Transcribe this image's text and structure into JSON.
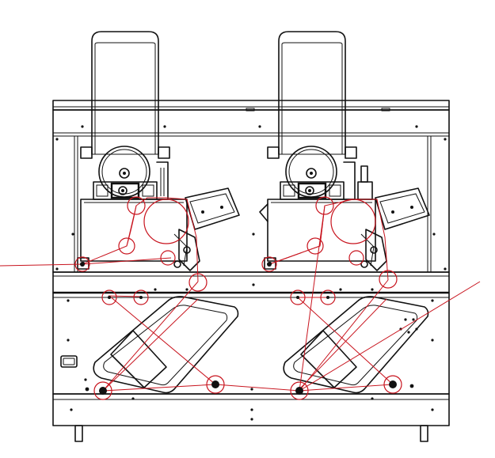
{
  "colors": {
    "web_path": "#c8141e",
    "line_art": "#111111",
    "background": "#ffffff"
  },
  "drawing": {
    "kind": "mechanical line drawing, front elevation",
    "units": [
      {
        "name": "left-station",
        "spindle_icon": "reel-spindle-icon"
      },
      {
        "name": "right-station",
        "spindle_icon": "reel-spindle-icon"
      }
    ],
    "web_path_roller_count": 20,
    "annotations_text": []
  }
}
